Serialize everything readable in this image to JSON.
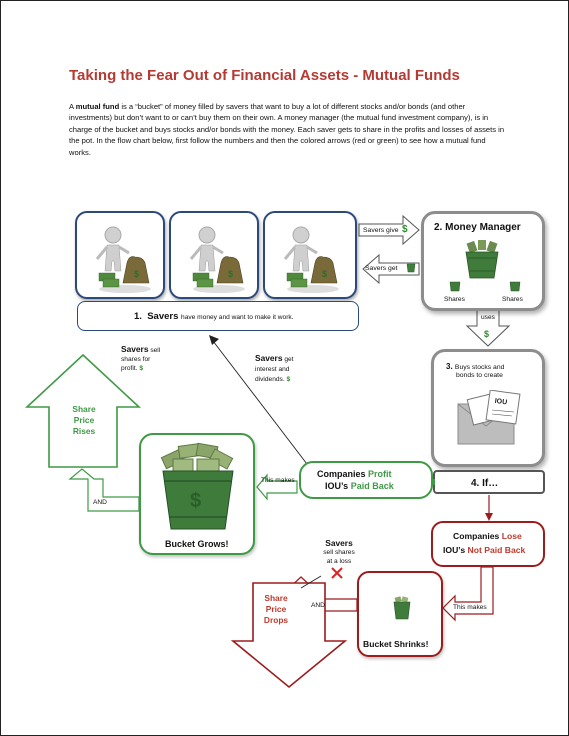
{
  "doc": {
    "title": "Taking the Fear Out of Financial Assets - Mutual Funds",
    "intro_lead": "A ",
    "intro_bold": "mutual fund",
    "intro_rest": " is a “bucket” of money filled by savers that want to buy a lot of different stocks and/or bonds (and other investments) but don’t want to or can’t buy them on their own.  A money manager (the mutual fund investment company), is in charge of the bucket and buys stocks and/or bonds with the money.  Each saver gets to share in the profits and losses of assets in the pot.  In the flow chart below, first follow the numbers and then the colored arrows (red or green) to see how a mutual fund works."
  },
  "flow": {
    "savers_num": "1.",
    "savers_label": "Savers",
    "savers_desc": "have money and want to make it work.",
    "savers_give": "Savers give",
    "savers_get": "Savers get",
    "manager_label": "2.  Money Manager",
    "shares_left": "Shares",
    "shares_right": "Shares",
    "uses": "uses",
    "step3_num": "3.",
    "step3_text_1": "Buys stocks and",
    "step3_text_2": "bonds to create",
    "step4": "4.  If…",
    "profit_line1_a": "Companies",
    "profit_line1_b": "Profit",
    "profit_line2_a": "IOU’s",
    "profit_line2_b": "Paid Back",
    "this_makes_green": "This makes",
    "bucket_grows": "Bucket Grows!",
    "and_green": "AND",
    "share_price_rises_1": "Share",
    "share_price_rises_2": "Price",
    "share_price_rises_3": "Rises",
    "savers_sell_bold": "Savers",
    "savers_sell_1": "sell",
    "savers_sell_2": "shares for",
    "savers_sell_3": "profit.",
    "savers_get_int_bold": "Savers",
    "savers_get_int_1": "get",
    "savers_get_int_2": "interest and",
    "savers_get_int_3": "dividends.",
    "lose_line1_a": "Companies",
    "lose_line1_b": "Lose",
    "lose_line2_a": "IOU’s",
    "lose_line2_b": "Not Paid Back",
    "this_makes_red": "This makes",
    "bucket_shrinks": "Bucket Shrinks!",
    "and_red": "AND",
    "share_price_drops_1": "Share",
    "share_price_drops_2": "Price",
    "share_price_drops_3": "Drops",
    "savers_loss_bold": "Savers",
    "savers_loss_1": "sell shares",
    "savers_loss_2": "at a loss",
    "iou_doc_title": "IOU",
    "dollar": "$"
  },
  "colors": {
    "title_red": "#b53a34",
    "green": "#3f9a45",
    "red": "#9b1c1c",
    "navy": "#2b4a7c"
  },
  "icons": [
    "person-with-money-bag-icon",
    "dollar-icon",
    "money-bucket-icon",
    "bond-document-icon",
    "x-mark-icon"
  ]
}
